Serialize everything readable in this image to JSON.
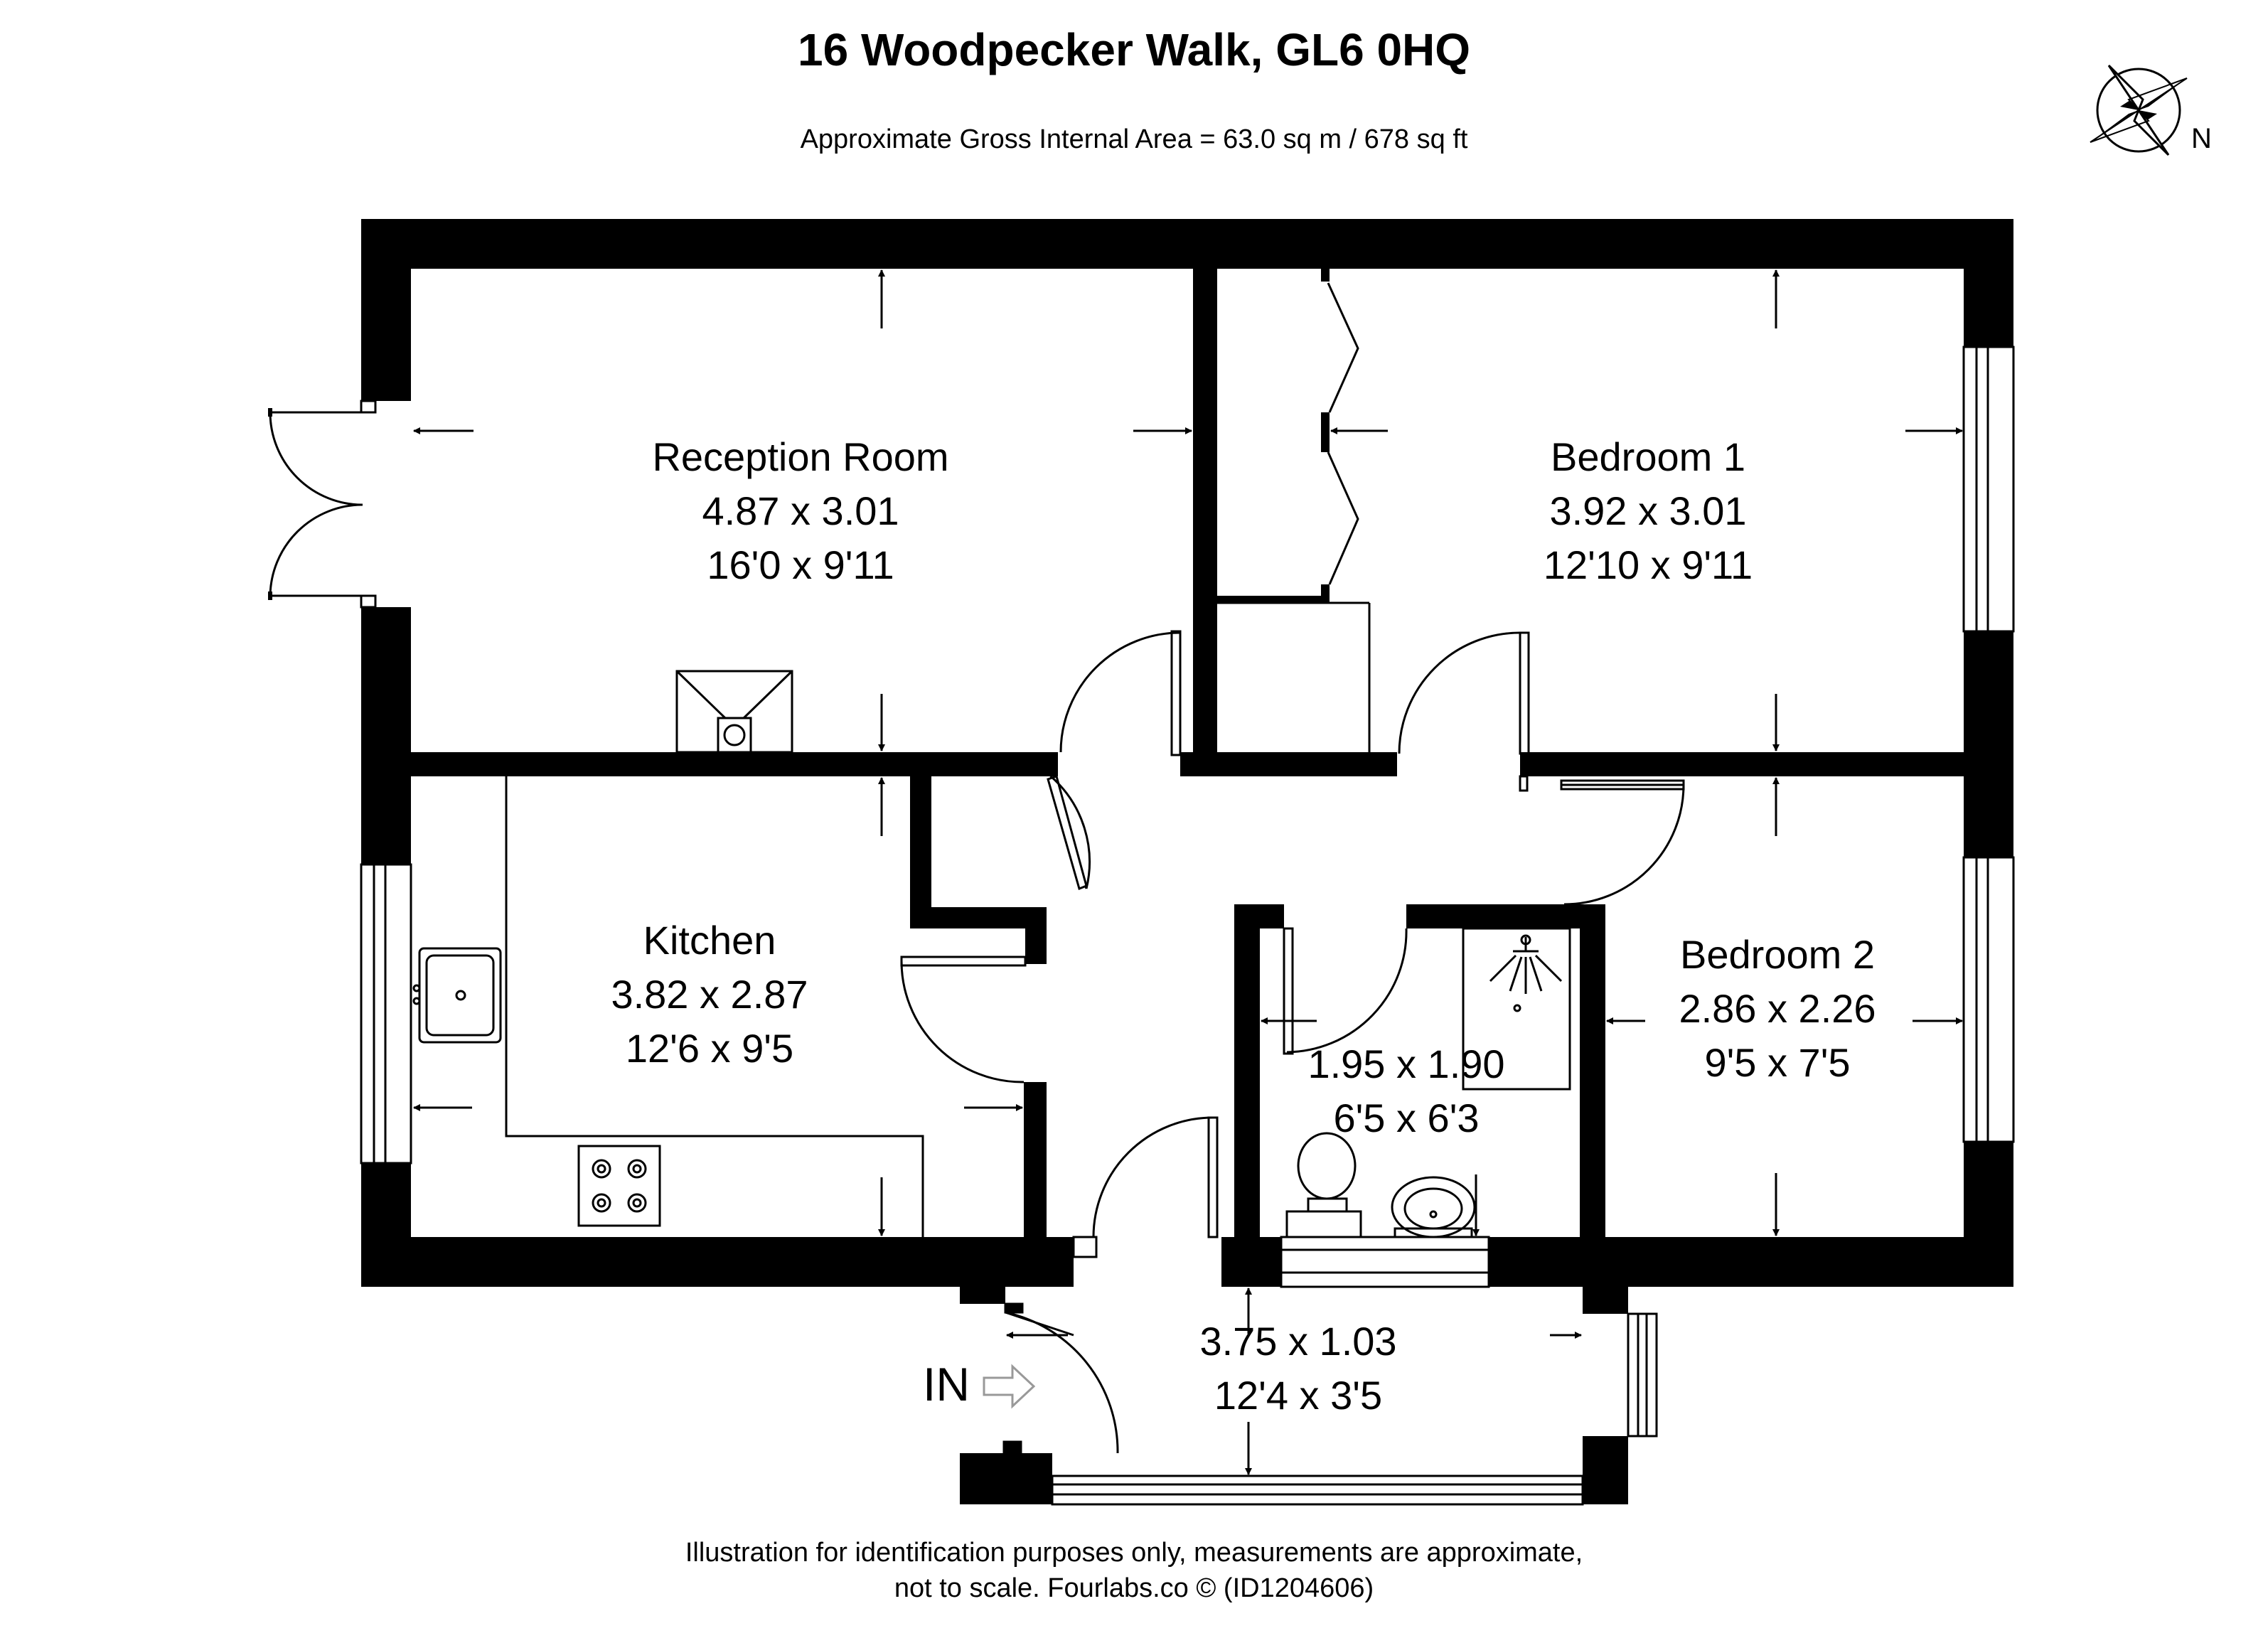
{
  "header": {
    "title": "16 Woodpecker Walk, GL6 0HQ",
    "subtitle": "Approximate Gross Internal Area = 63.0 sq m / 678 sq ft"
  },
  "compass": {
    "label": "N"
  },
  "rooms": {
    "reception": {
      "name": "Reception Room",
      "metric": "4.87 x 3.01",
      "imperial": "16'0 x 9'11"
    },
    "bedroom1": {
      "name": "Bedroom 1",
      "metric": "3.92 x 3.01",
      "imperial": "12'10 x 9'11"
    },
    "kitchen": {
      "name": "Kitchen",
      "metric": "3.82 x 2.87",
      "imperial": "12'6 x 9'5"
    },
    "bathroom": {
      "metric": "1.95 x 1.90",
      "imperial": "6'5 x 6'3"
    },
    "bedroom2": {
      "name": "Bedroom 2",
      "metric": "2.86 x 2.26",
      "imperial": "9'5 x 7'5"
    },
    "porch": {
      "metric": "3.75 x 1.03",
      "imperial": "12'4 x 3'5"
    }
  },
  "entrance": {
    "label": "IN"
  },
  "footer": {
    "line1": "Illustration for identification purposes only, measurements are approximate,",
    "line2": "not to scale. Fourlabs.co © (ID1204606)"
  }
}
